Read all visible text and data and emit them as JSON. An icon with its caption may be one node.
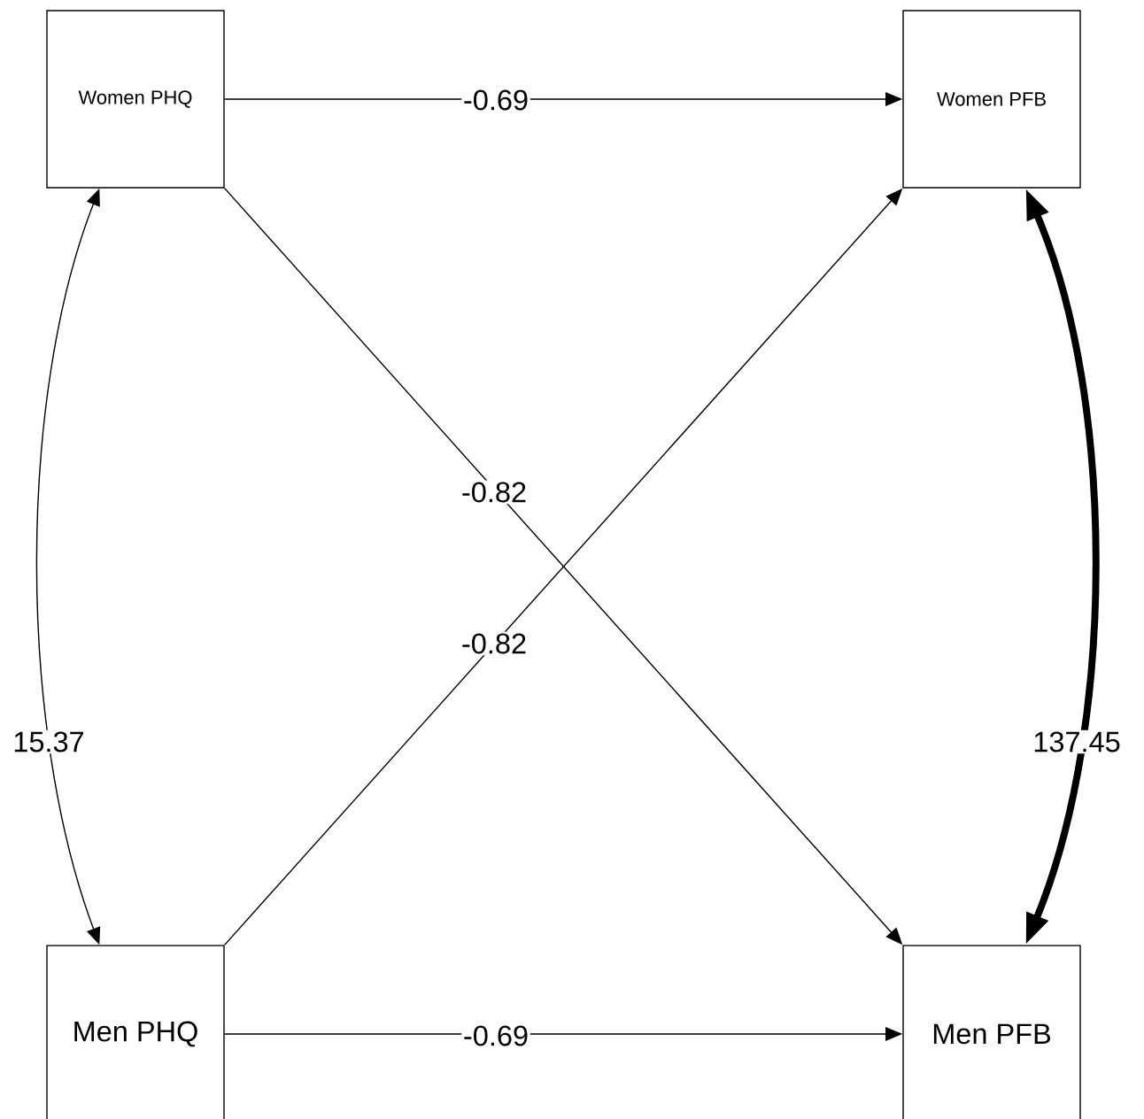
{
  "diagram": {
    "nodes": [
      {
        "text": [
          "Women PHQ"
        ]
      },
      {
        "text": [
          "Women PFB"
        ]
      },
      {
        "text": [
          "Men PHQ"
        ]
      },
      {
        "text": [
          "Men PFB"
        ]
      }
    ],
    "edges": [
      {
        "from": 0,
        "to": 1,
        "arrow": "to",
        "label": "-0.69"
      },
      {
        "from": 0,
        "to": 3,
        "arrow": "to",
        "label": "-0.82"
      },
      {
        "from": 2,
        "to": 1,
        "arrow": "to",
        "label": "-0.82"
      },
      {
        "from": 2,
        "to": 3,
        "arrow": "to",
        "label": "-0.69"
      },
      {
        "from": 0,
        "to": 2,
        "arrow": "both",
        "label": "15.37"
      },
      {
        "from": 1,
        "to": 3,
        "arrow": "both",
        "label": "137.45",
        "style": "thick"
      }
    ]
  }
}
